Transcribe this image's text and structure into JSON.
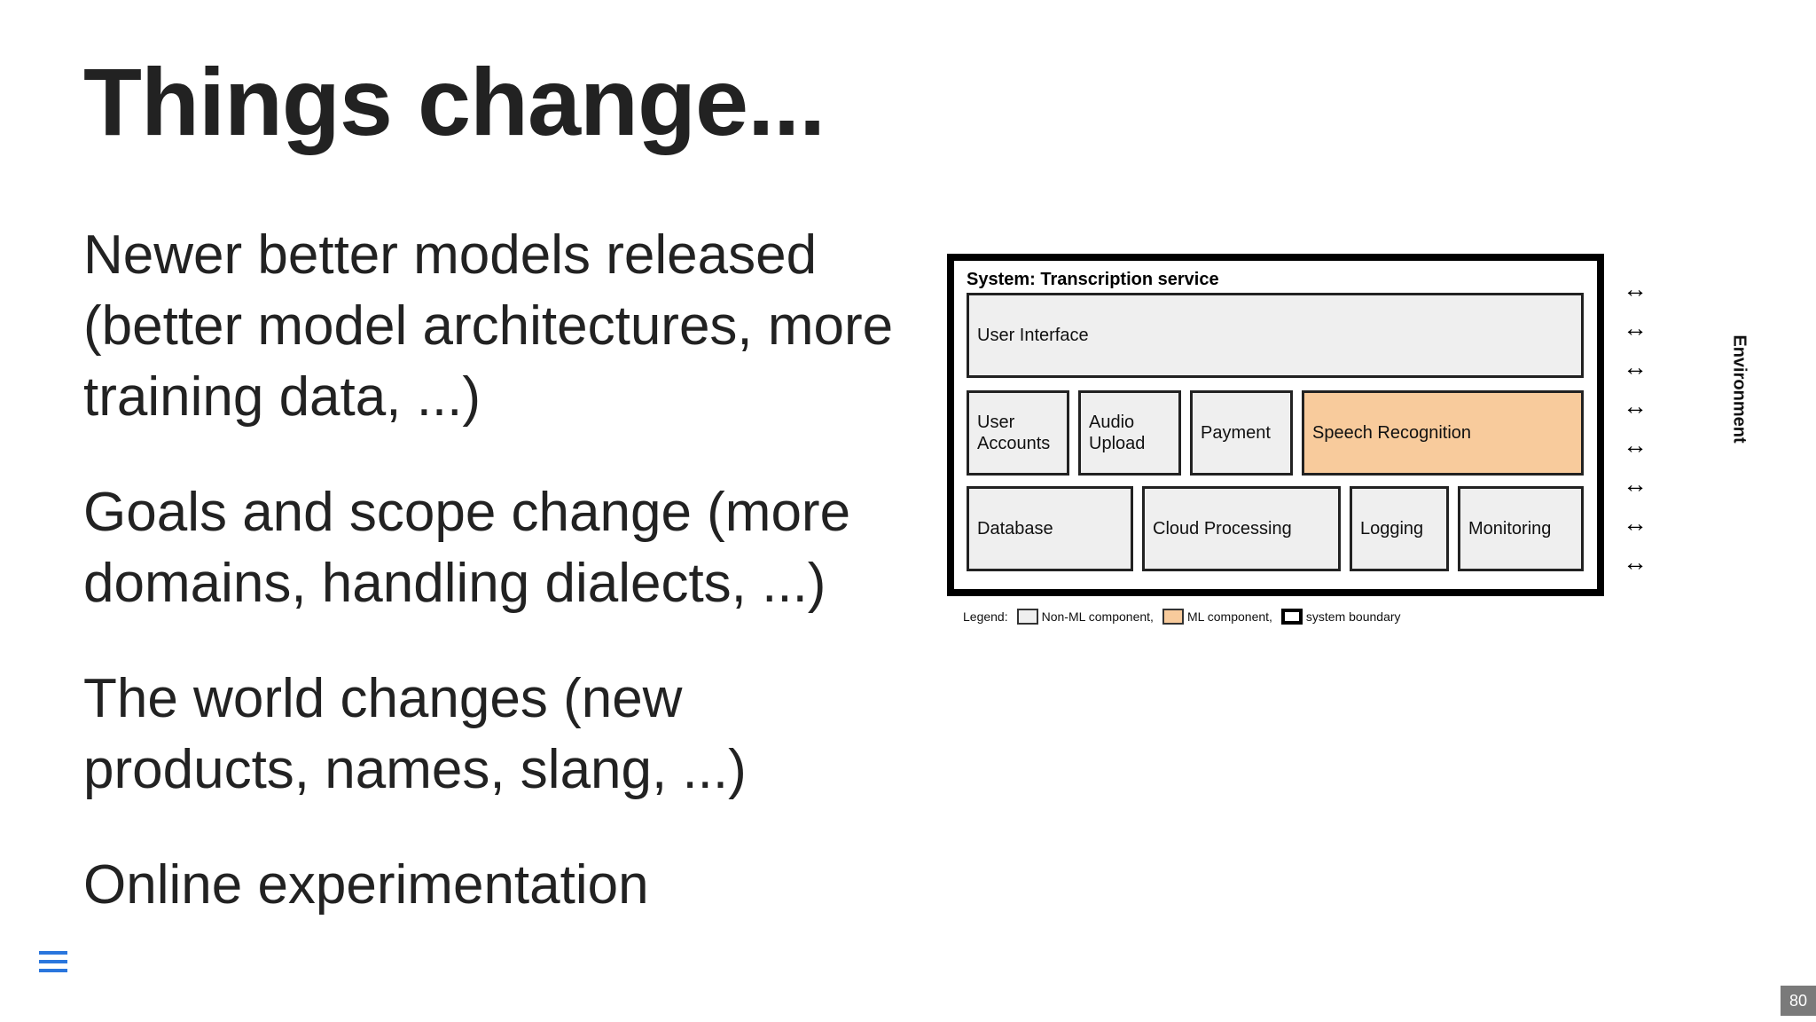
{
  "slide": {
    "title": "Things change...",
    "bullets": [
      "Newer better models released (better model architectures, more training data, ...)",
      "Goals and scope change (more domains, handling dialects, ...)",
      "The world changes (new products, names, slang, ...)",
      "Online experimentation"
    ],
    "page_number": "80"
  },
  "diagram": {
    "system_label": "System: Transcription service",
    "components": {
      "user_interface": "User Interface",
      "user_accounts_1": "User",
      "user_accounts_2": "Accounts",
      "audio_upload_1": "Audio",
      "audio_upload_2": "Upload",
      "payment": "Payment",
      "speech_recognition": "Speech Recognition",
      "database": "Database",
      "cloud_processing": "Cloud Processing",
      "logging": "Logging",
      "monitoring": "Monitoring"
    },
    "environment_label": "Environment",
    "legend": {
      "label": "Legend:",
      "non_ml": "Non-ML component,",
      "ml": "ML component,",
      "boundary": "system boundary"
    },
    "colors": {
      "non_ml": "#efefef",
      "ml": "#f8cb9c"
    }
  },
  "icons": {
    "menu": "menu-icon"
  }
}
